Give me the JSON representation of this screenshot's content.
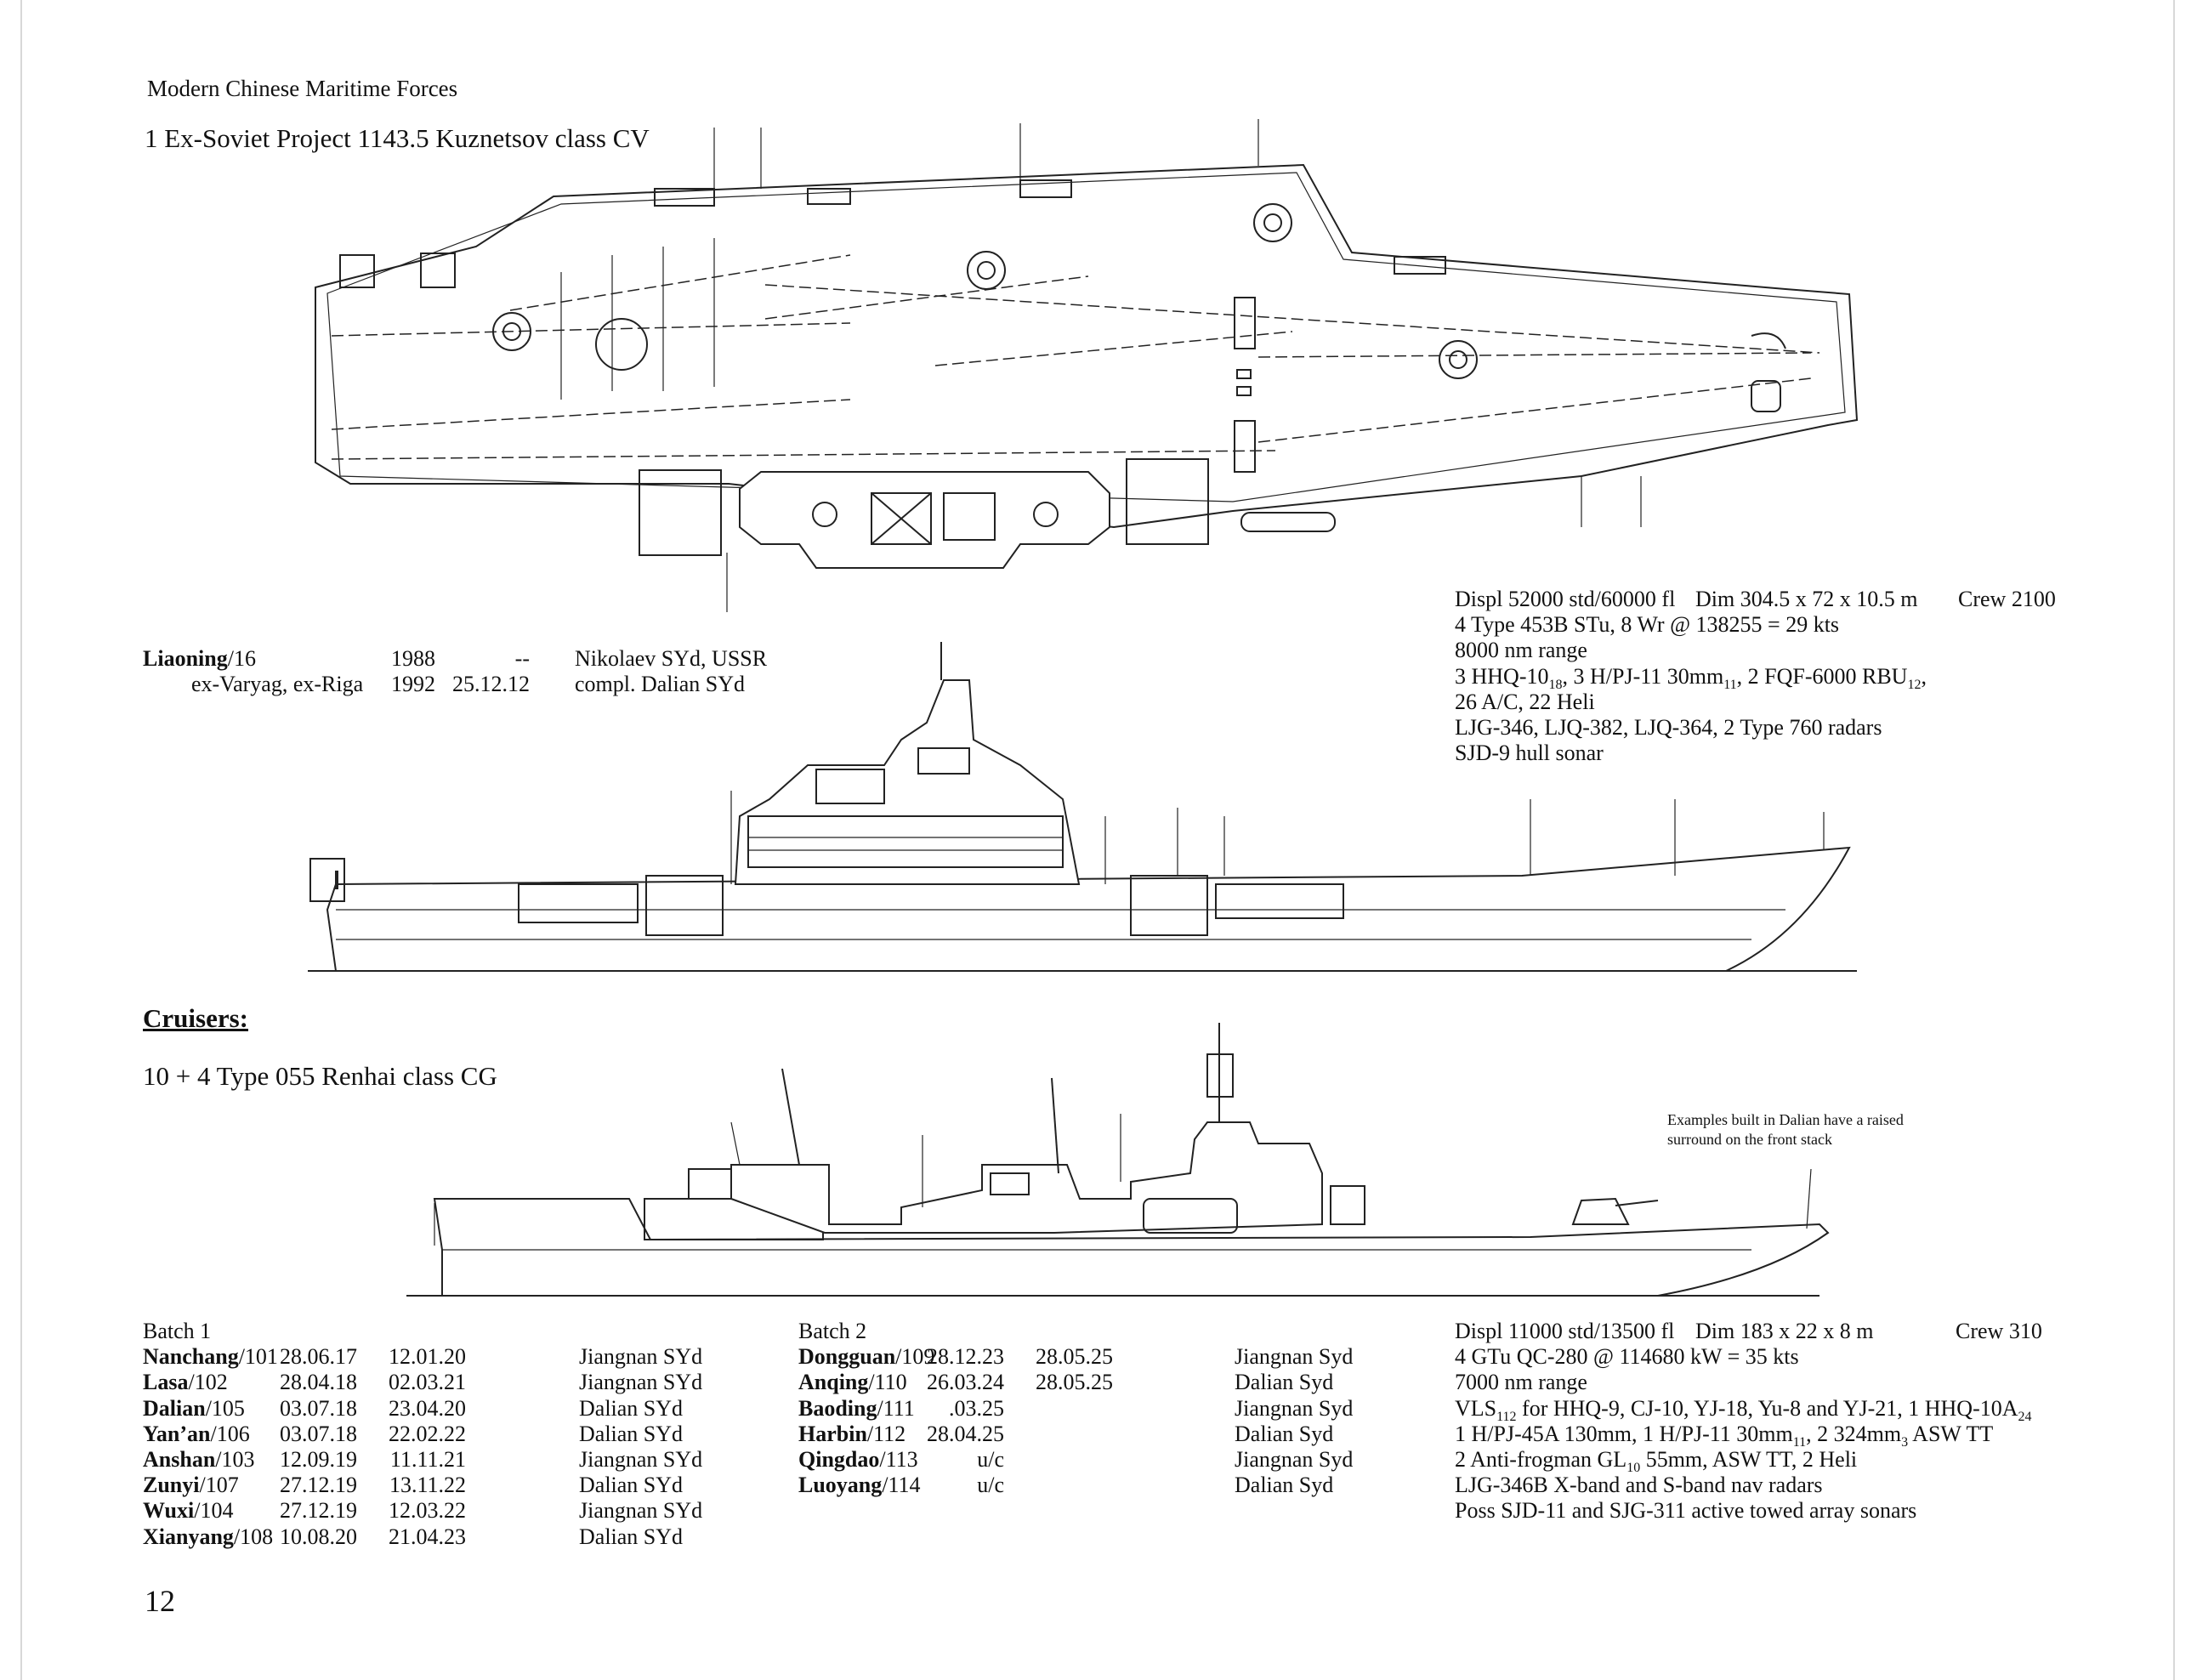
{
  "header": {
    "running_title": "Modern Chinese Maritime Forces"
  },
  "carrier": {
    "title": "1 Ex-Soviet Project 1143.5 Kuznetsov class CV",
    "ship": {
      "name": "Liaoning",
      "pennant": "/16",
      "former_names": "ex-Varyag, ex-Riga",
      "laid_down": "1988",
      "launched": "1992",
      "col2_row1": "--",
      "commissioned": "25.12.12",
      "builder": "Nikolaev SYd, USSR",
      "completed": "compl. Dalian SYd"
    },
    "specs": {
      "displ": "Displ 52000 std/60000 fl",
      "dim": "Dim 304.5 x 72 x 10.5 m",
      "crew": "Crew 2100",
      "machinery": "4 Type 453B STu, 8 Wr @ 138255 = 29 kts",
      "range": "8000 nm range",
      "arm_a": "3 HHQ-10",
      "arm_a_sub": "18",
      "arm_b": ", 3 H/PJ-11 30mm",
      "arm_b_sub": "11",
      "arm_c": ", 2 FQF-6000 RBU",
      "arm_c_sub": "12",
      "arm_d": ",",
      "aircraft": "26 A/C, 22 Heli",
      "radars": "LJG-346, LJQ-382, LJQ-364, 2 Type 760 radars",
      "sonar": "SJD-9 hull sonar"
    }
  },
  "cruisers": {
    "section_heading": "Cruisers:",
    "title": "10 + 4 Type 055 Renhai class CG",
    "note": [
      "Examples built in Dalian have a raised",
      "surround on the front stack"
    ],
    "batch1": {
      "label": "Batch 1",
      "ships": [
        {
          "name": "Nanchang",
          "pennant": "/101",
          "d1": "28.06.17",
          "d2": "12.01.20",
          "yard": "Jiangnan SYd"
        },
        {
          "name": "Lasa",
          "pennant": "/102",
          "d1": "28.04.18",
          "d2": "02.03.21",
          "yard": "Jiangnan SYd"
        },
        {
          "name": "Dalian",
          "pennant": "/105",
          "d1": "03.07.18",
          "d2": "23.04.20",
          "yard": "Dalian SYd"
        },
        {
          "name": "Yan’an",
          "pennant": "/106",
          "d1": "03.07.18",
          "d2": "22.02.22",
          "yard": "Dalian SYd"
        },
        {
          "name": "Anshan",
          "pennant": "/103",
          "d1": "12.09.19",
          "d2": "11.11.21",
          "yard": "Jiangnan SYd"
        },
        {
          "name": "Zunyi",
          "pennant": "/107",
          "d1": "27.12.19",
          "d2": "13.11.22",
          "yard": "Dalian SYd"
        },
        {
          "name": "Wuxi",
          "pennant": "/104",
          "d1": "27.12.19",
          "d2": "12.03.22",
          "yard": "Jiangnan SYd"
        },
        {
          "name": "Xianyang",
          "pennant": "/108",
          "d1": "10.08.20",
          "d2": "21.04.23",
          "yard": "Dalian SYd"
        }
      ]
    },
    "batch2": {
      "label": "Batch 2",
      "ships": [
        {
          "name": "Dongguan",
          "pennant": "/109",
          "d1": "28.12.23",
          "d2": "28.05.25",
          "yard": "Jiangnan Syd"
        },
        {
          "name": "Anqing",
          "pennant": "/110",
          "d1": "26.03.24",
          "d2": "28.05.25",
          "yard": "Dalian Syd"
        },
        {
          "name": "Baoding",
          "pennant": "/111",
          "d1": ".03.25",
          "d2": "",
          "yard": "Jiangnan Syd"
        },
        {
          "name": "Harbin",
          "pennant": "/112",
          "d1": "28.04.25",
          "d2": "",
          "yard": "Dalian Syd"
        },
        {
          "name": "Qingdao",
          "pennant": "/113",
          "d1": "u/c",
          "d2": "",
          "yard": "Jiangnan Syd"
        },
        {
          "name": "Luoyang",
          "pennant": "/114",
          "d1": "u/c",
          "d2": "",
          "yard": "Dalian Syd"
        }
      ]
    },
    "specs": {
      "displ": "Displ 11000 std/13500 fl",
      "dim": "Dim 183 x 22 x 8 m",
      "crew": "Crew 310",
      "machinery": "4 GTu QC-280 @ 114680 kW = 35 kts",
      "range": "7000 nm range",
      "vls_a": "VLS",
      "vls_a_sub": "112",
      "vls_b": " for HHQ-9, CJ-10, YJ-18, Yu-8 and YJ-21, 1 HHQ-10A",
      "vls_b_sub": "24",
      "gun_a": "1 H/PJ-45A 130mm, 1 H/PJ-11 30mm",
      "gun_a_sub": "11",
      "gun_b": ", 2 324mm",
      "gun_b_sub": "3",
      "gun_c": " ASW TT",
      "af_a": "2 Anti-frogman GL",
      "af_a_sub": "10",
      "af_b": " 55mm, ASW TT, 2 Heli",
      "radars": "LJG-346B X-band and S-band nav radars",
      "sonars": "Poss SJD-11 and SJG-311 active towed array sonars"
    }
  },
  "footer": {
    "page_number": "12"
  }
}
